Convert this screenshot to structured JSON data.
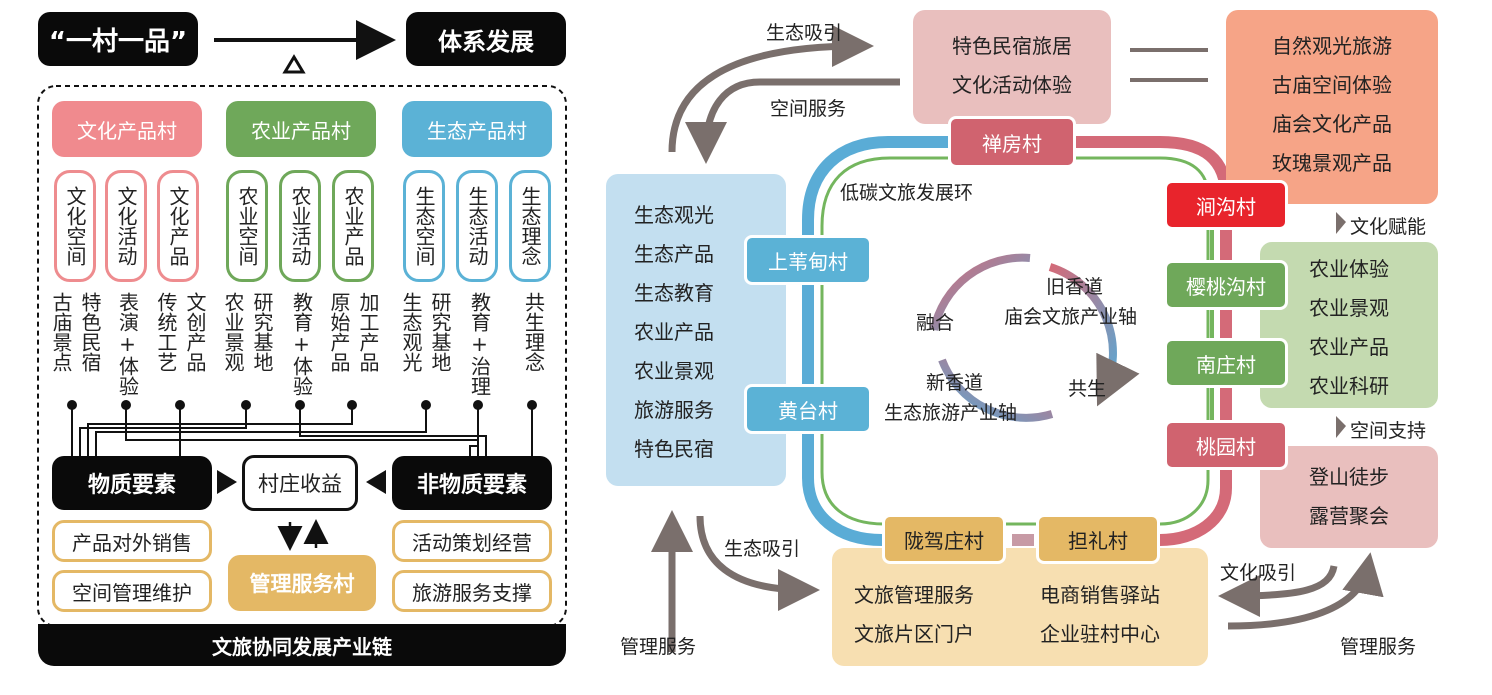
{
  "left": {
    "top_left_label": "“一村一品”",
    "top_right_label": "体系发展",
    "categories": [
      {
        "title": "文化产品村",
        "color": "#f08a8e",
        "border": "#ee8c8f",
        "pills": [
          "文化空间",
          "文化活动",
          "文化产品"
        ],
        "items": [
          [
            "古庙景点",
            "特色民宿"
          ],
          [
            "表演+体验"
          ],
          [
            "传统工艺",
            "文创产品"
          ]
        ]
      },
      {
        "title": "农业产品村",
        "color": "#6fa85a",
        "border": "#6fa85a",
        "pills": [
          "农业空间",
          "农业活动",
          "农业产品"
        ],
        "items": [
          [
            "农业景观",
            "研究基地"
          ],
          [
            "教育+体验"
          ],
          [
            "原始产品",
            "加工产品"
          ]
        ]
      },
      {
        "title": "生态产品村",
        "color": "#5bb2d6",
        "border": "#5bb2d6",
        "pills": [
          "生态空间",
          "生态活动",
          "生态理念"
        ],
        "items": [
          [
            "生态观光",
            "研究基地"
          ],
          [
            "教育+治理"
          ],
          [
            "共生理念"
          ]
        ]
      }
    ],
    "material": "物质要素",
    "immaterial": "非物质要素",
    "village_income": "村庄收益",
    "management_village": "管理服务村",
    "left_boxes": [
      "产品对外销售",
      "空间管理维护"
    ],
    "right_boxes": [
      "活动策划经营",
      "旅游服务支撑"
    ],
    "footer": "文旅协同发展产业链"
  },
  "right": {
    "top_box": [
      "特色民宿旅居",
      "文化活动体验"
    ],
    "top_right_box": [
      "自然观光旅游",
      "古庙空间体验",
      "庙会文化产品",
      "玫瑰景观产品"
    ],
    "left_box": [
      "生态观光",
      "生态产品",
      "生态教育",
      "农业产品",
      "农业景观",
      "旅游服务",
      "特色民宿"
    ],
    "right_green_box": [
      "农业体验",
      "农业景观",
      "农业产品",
      "农业科研"
    ],
    "right_pink_box": [
      "登山徒步",
      "露营聚会"
    ],
    "bottom_box_left": [
      "文旅管理服务",
      "文旅片区门户"
    ],
    "bottom_box_right": [
      "电商销售驿站",
      "企业驻村中心"
    ],
    "villages": {
      "chanfang": "禅房村",
      "jiangou": "涧沟村",
      "yingtaogou": "樱桃沟村",
      "nanzhuang": "南庄村",
      "taoyuan": "桃园村",
      "shangweidian": "上苇甸村",
      "huangtai": "黄台村",
      "longjiazhuang": "陇驾庄村",
      "danli": "担礼村"
    },
    "ring_label": "低碳文旅发展环",
    "center": {
      "old_road": "旧香道",
      "old_axis": "庙会文旅产业轴",
      "new_road": "新香道",
      "new_axis": "生态旅游产业轴",
      "fusion": "融合",
      "symbiosis": "共生"
    },
    "arrow_labels": {
      "eco_attract_top": "生态吸引",
      "space_service": "空间服务",
      "culture_empower": "文化赋能",
      "space_support": "空间支持",
      "eco_attract_bottom": "生态吸引",
      "manage_service_left": "管理服务",
      "culture_attract": "文化吸引",
      "manage_service_right": "管理服务"
    }
  }
}
